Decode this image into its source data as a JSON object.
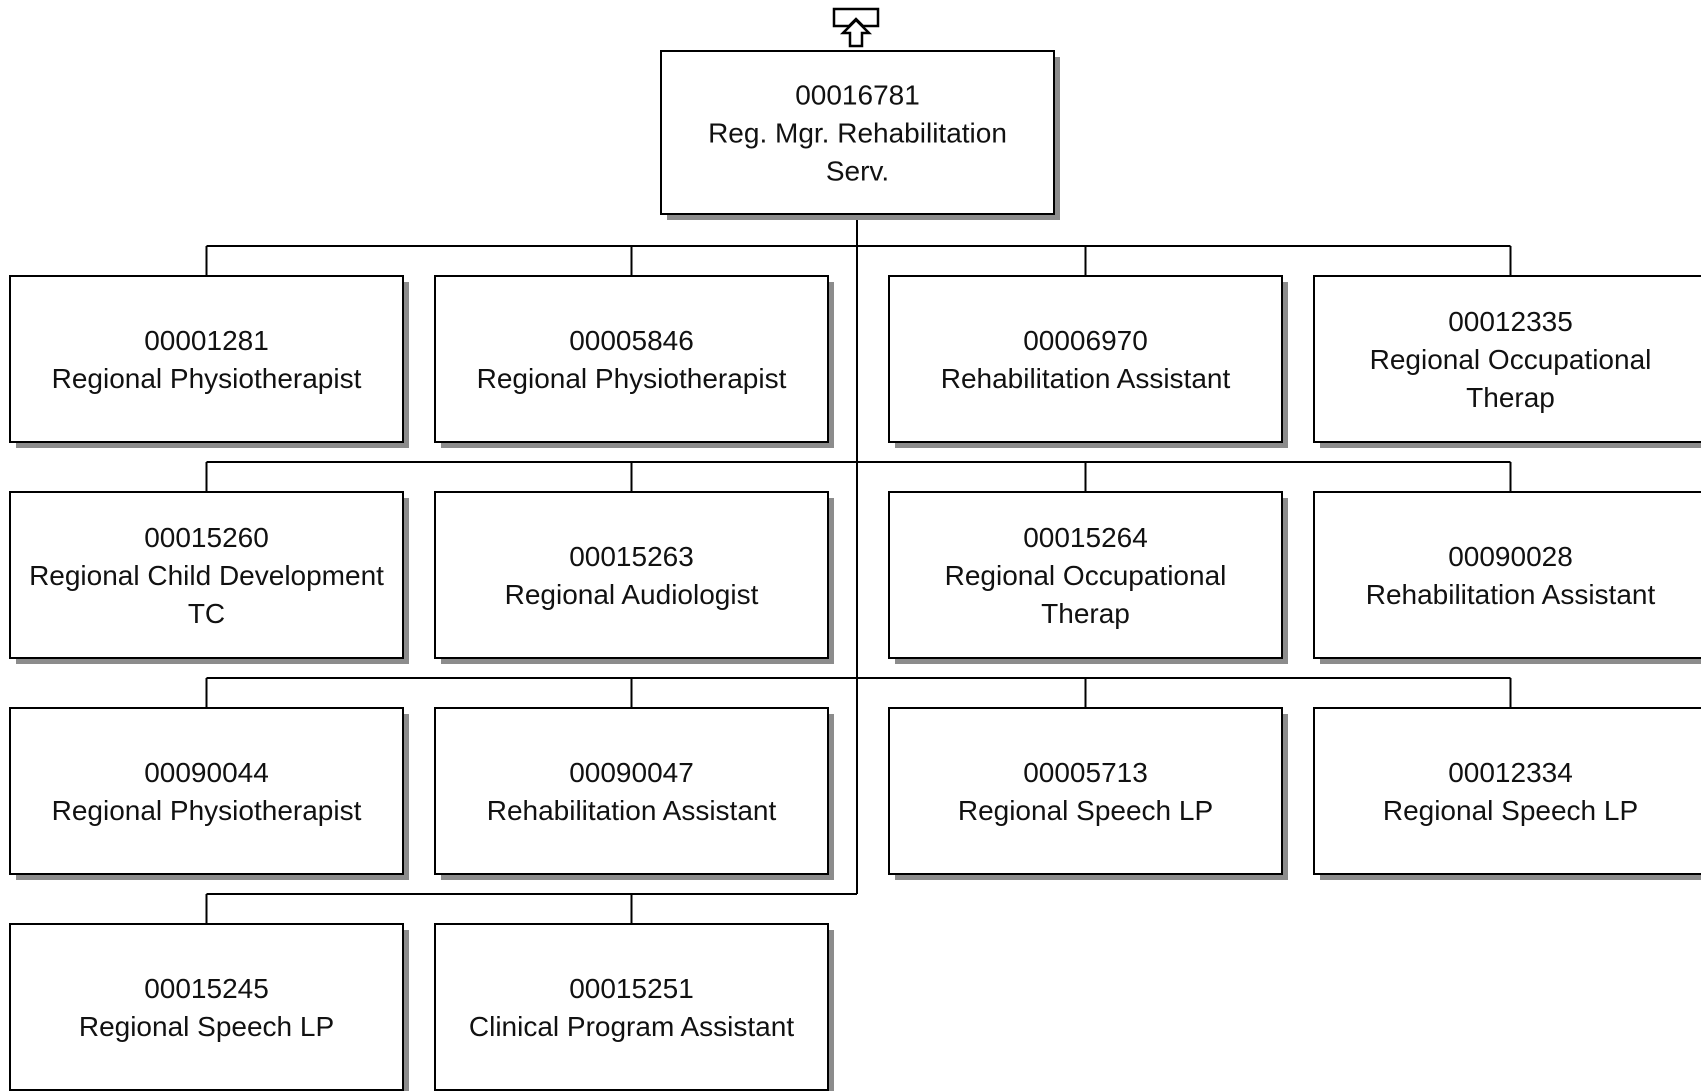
{
  "org_chart": {
    "up_icon": "up-arrow-icon",
    "root": {
      "id": "00016781",
      "title_lines": [
        "Reg. Mgr. Rehabilitation",
        "Serv."
      ]
    },
    "rows": [
      {
        "left": [
          {
            "id": "00001281",
            "title_lines": [
              "Regional Physiotherapist"
            ]
          },
          {
            "id": "00005846",
            "title_lines": [
              "Regional Physiotherapist"
            ]
          }
        ],
        "right": [
          {
            "id": "00006970",
            "title_lines": [
              "Rehabilitation Assistant"
            ]
          },
          {
            "id": "00012335",
            "title_lines": [
              "Regional Occupational",
              "Therap"
            ]
          }
        ]
      },
      {
        "left": [
          {
            "id": "00015260",
            "title_lines": [
              "Regional Child Development",
              "TC"
            ]
          },
          {
            "id": "00015263",
            "title_lines": [
              "Regional Audiologist"
            ]
          }
        ],
        "right": [
          {
            "id": "00015264",
            "title_lines": [
              "Regional Occupational",
              "Therap"
            ]
          },
          {
            "id": "00090028",
            "title_lines": [
              "Rehabilitation Assistant"
            ]
          }
        ]
      },
      {
        "left": [
          {
            "id": "00090044",
            "title_lines": [
              "Regional Physiotherapist"
            ]
          },
          {
            "id": "00090047",
            "title_lines": [
              "Rehabilitation Assistant"
            ]
          }
        ],
        "right": [
          {
            "id": "00005713",
            "title_lines": [
              "Regional Speech LP"
            ]
          },
          {
            "id": "00012334",
            "title_lines": [
              "Regional Speech LP"
            ]
          }
        ]
      },
      {
        "left": [
          {
            "id": "00015245",
            "title_lines": [
              "Regional Speech LP"
            ]
          },
          {
            "id": "00015251",
            "title_lines": [
              "Clinical Program Assistant"
            ]
          }
        ],
        "right": []
      }
    ]
  }
}
